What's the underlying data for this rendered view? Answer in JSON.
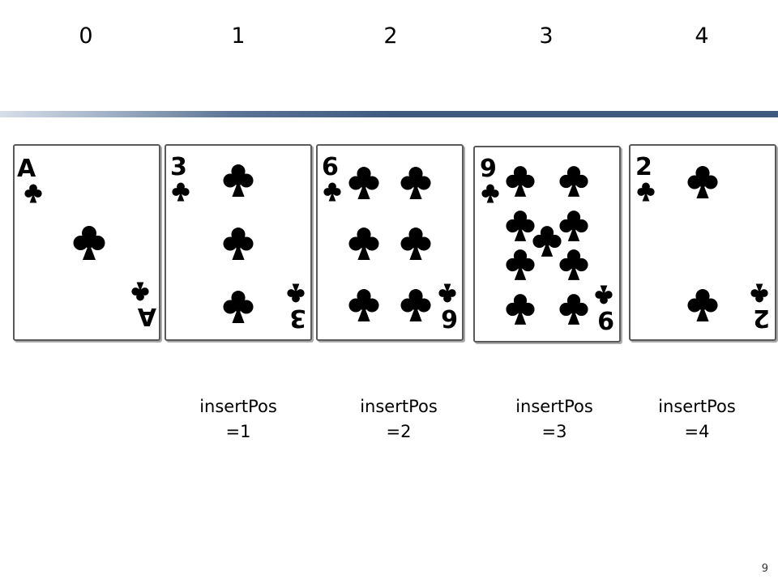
{
  "indices": [
    "0",
    "1",
    "2",
    "3",
    "4"
  ],
  "cards": [
    {
      "rank": "A",
      "suit_icon": "club-icon",
      "pip_count": 1
    },
    {
      "rank": "3",
      "suit_icon": "club-icon",
      "pip_count": 3
    },
    {
      "rank": "6",
      "suit_icon": "club-icon",
      "pip_count": 6
    },
    {
      "rank": "9",
      "suit_icon": "club-icon",
      "pip_count": 9
    },
    {
      "rank": "2",
      "suit_icon": "club-icon",
      "pip_count": 2
    }
  ],
  "insert_labels": [
    {
      "line1": "insertPos",
      "line2": "=1"
    },
    {
      "line1": "insertPos",
      "line2": "=2"
    },
    {
      "line1": "insertPos",
      "line2": "=3"
    },
    {
      "line1": "insertPos",
      "line2": "=4"
    }
  ],
  "page_number": "9",
  "colors": {
    "divider": "#3f5b80",
    "suit": "#000000"
  }
}
